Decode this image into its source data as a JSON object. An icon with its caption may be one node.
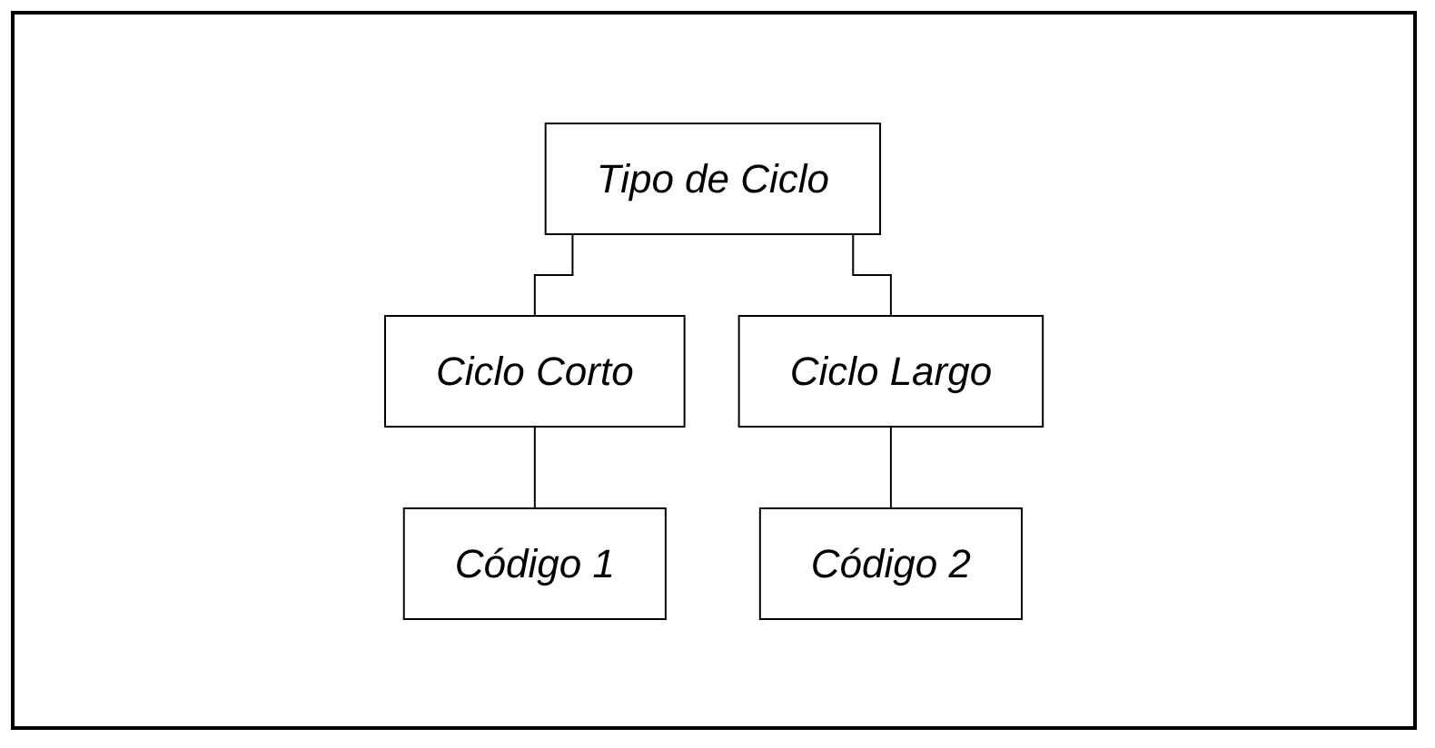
{
  "diagram": {
    "nodes": [
      {
        "text": [
          "Tipo de Ciclo"
        ]
      },
      {
        "text": [
          "Ciclo Corto"
        ]
      },
      {
        "text": [
          "Ciclo Largo"
        ]
      },
      {
        "text": [
          "Código 1"
        ]
      },
      {
        "text": [
          "Código 2"
        ]
      }
    ],
    "edges": [
      {
        "from": 0,
        "to": 1,
        "arrow": "none"
      },
      {
        "from": 0,
        "to": 2,
        "arrow": "none"
      },
      {
        "from": 1,
        "to": 3,
        "arrow": "none"
      },
      {
        "from": 2,
        "to": 4,
        "arrow": "none"
      }
    ]
  }
}
